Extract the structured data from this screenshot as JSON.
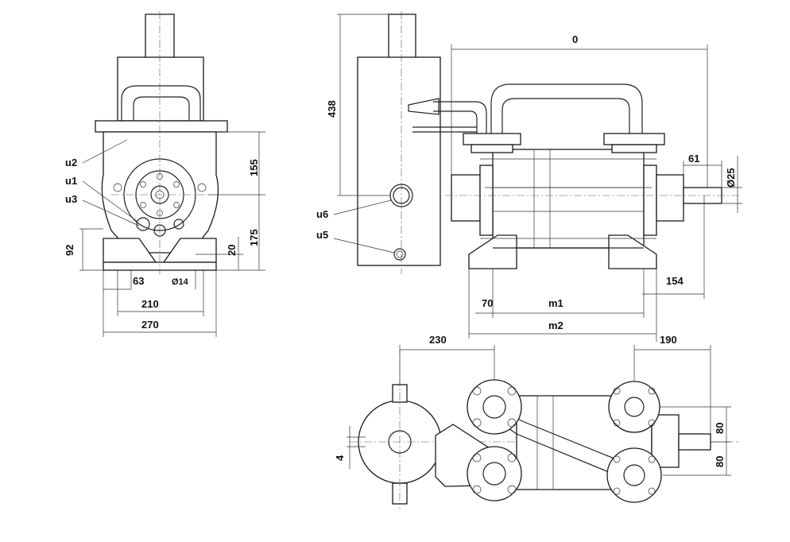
{
  "title": "",
  "colors": {
    "line": "#222222",
    "background": "#ffffff"
  },
  "views": {
    "front": {
      "port_labels": [
        "u2",
        "u1",
        "u3"
      ],
      "dimensions": {
        "w270": "270",
        "w210": "210",
        "w63": "63",
        "hole": "Ø14",
        "h92": "92",
        "h20": "20",
        "h155": "155",
        "h175": "175"
      }
    },
    "side": {
      "port_labels": [
        "u6",
        "u5"
      ],
      "dimensions": {
        "h438": "438",
        "top0": "0",
        "d61": "61",
        "shaft": "Ø25",
        "d154": "154",
        "d70": "70",
        "m1": "m1",
        "m2": "m2"
      }
    },
    "top": {
      "dimensions": {
        "d230": "230",
        "d190": "190",
        "d4": "4",
        "d80a": "80",
        "d80b": "80"
      }
    }
  }
}
